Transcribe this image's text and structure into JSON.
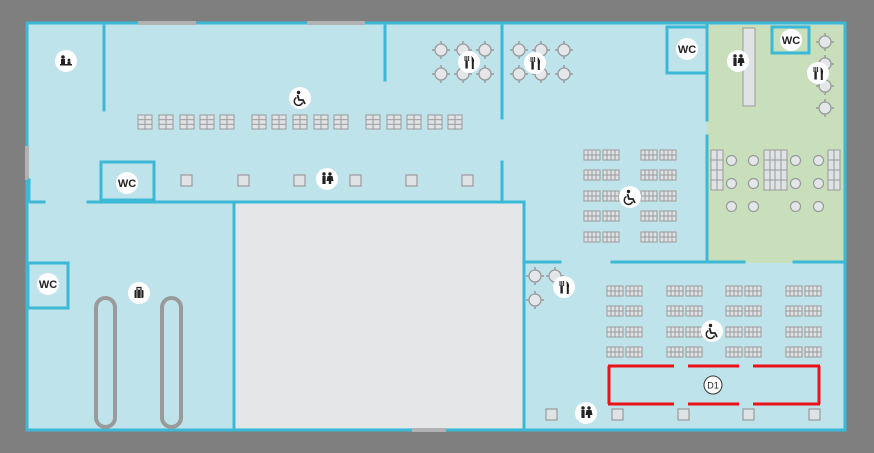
{
  "map": {
    "colors": {
      "background": "#7f7f7f",
      "floor": "#bfe3ea",
      "wall": "#3cb9d6",
      "dining": "#c9dfbb",
      "atrium": "#e5e6e8",
      "furniture": "#9a9a9a",
      "gate": "#e8141b",
      "icon": "#ffffff"
    },
    "restrooms": [
      "WC",
      "WC",
      "WC",
      "WC"
    ],
    "gate": {
      "label": "D1"
    },
    "icons": {
      "family": "family-icon",
      "restroom_pair": "restroom-pair-icon",
      "restaurant": "fork-knife-icon",
      "wheelchair": "wheelchair-icon",
      "luggage": "luggage-icon"
    }
  }
}
